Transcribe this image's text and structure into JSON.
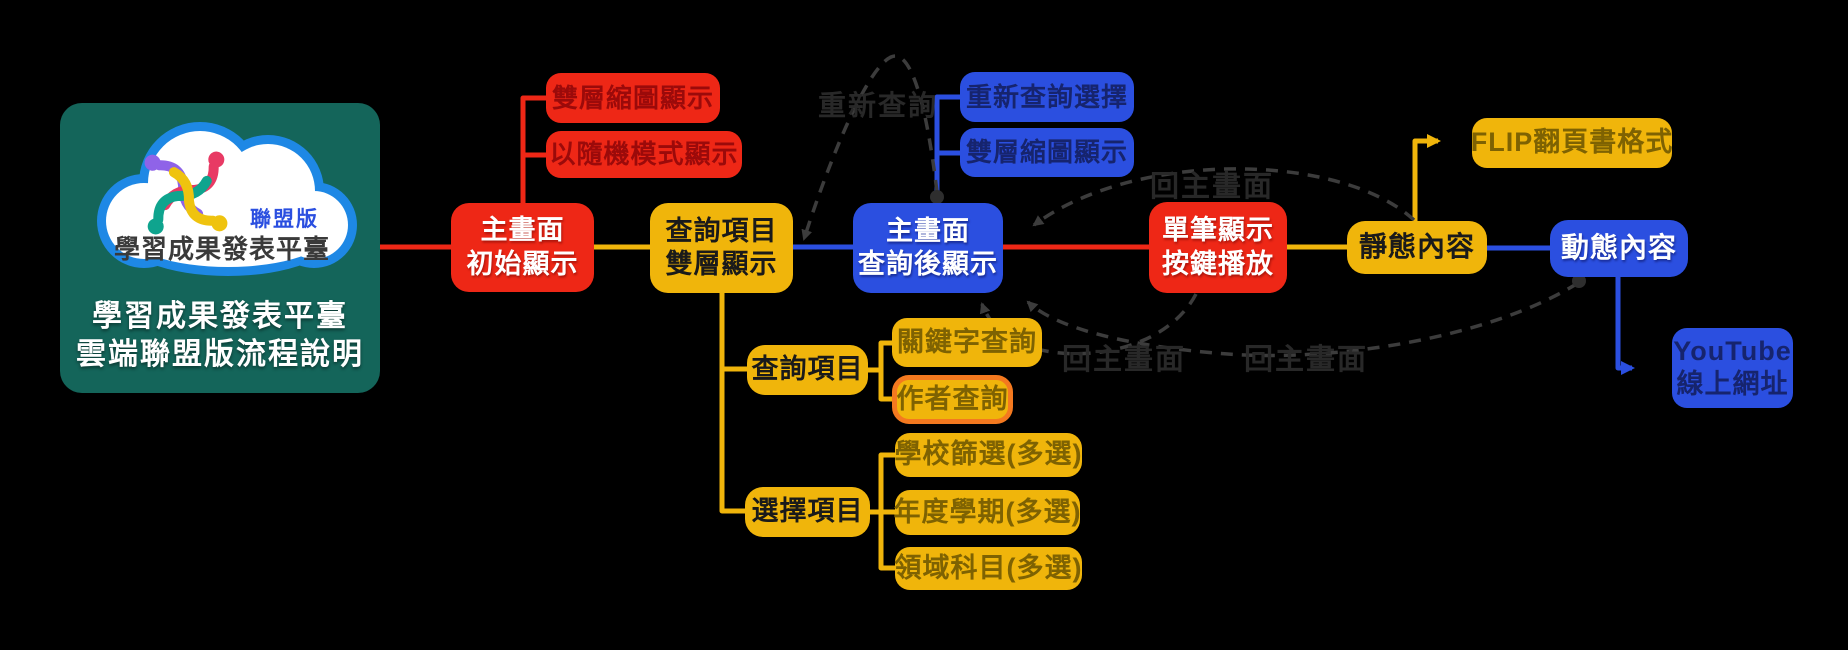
{
  "palette": {
    "red": "#EE2716",
    "yellow": "#F0B50B",
    "blue": "#2B4FE0",
    "teal_panel": "#14655A",
    "dark_red_text": "#9B0A0A",
    "olive_text": "#7E6202",
    "navy_text": "#16246E",
    "author_highlight_border": "#F4791F",
    "dashed_line": "#3C3C3C"
  },
  "logo_panel": {
    "badge": "聯盟版",
    "cloud_title": "學習成果發表平臺",
    "title_line1": "學習成果發表平臺",
    "title_line2": "雲端聯盟版流程說明"
  },
  "nodes": {
    "main_initial": {
      "line1": "主畫面",
      "line2": "初始顯示"
    },
    "dual_thumb_red": {
      "label": "雙層縮圖顯示"
    },
    "random_mode": {
      "label": "以隨機模式顯示"
    },
    "query_dual": {
      "line1": "查詢項目",
      "line2": "雙層顯示"
    },
    "main_after": {
      "line1": "主畫面",
      "line2": "查詢後顯示"
    },
    "requery_select": {
      "label": "重新查詢選擇"
    },
    "dual_thumb_blue": {
      "label": "雙層縮圖顯示"
    },
    "single_display": {
      "line1": "單筆顯示",
      "line2": "按鍵播放"
    },
    "static_content": {
      "label": "靜態內容"
    },
    "flip": {
      "label": "FLIP翻頁書格式"
    },
    "dynamic_content": {
      "label": "動態內容"
    },
    "youtube": {
      "line1": "YouTube",
      "line2": "線上網址"
    },
    "query_item": {
      "label": "查詢項目"
    },
    "keyword_query": {
      "label": "關鍵字查詢"
    },
    "author_query": {
      "label": "作者查詢"
    },
    "select_item": {
      "label": "選擇項目"
    },
    "school_filter": {
      "label": "學校篩選(多選)"
    },
    "semester_filter": {
      "label": "年度學期(多選)"
    },
    "domain_filter": {
      "label": "領域科目(多選)"
    }
  },
  "edge_labels": {
    "requery": "重新查詢",
    "return_main_top": "回主畫面",
    "return_main_left": "回主畫面",
    "return_main_right": "回主畫面"
  },
  "icons": {
    "cloud_logo": "cloud-with-people-logo",
    "flow_dot": "connector-dot",
    "arrowhead": "flow-arrowhead"
  }
}
